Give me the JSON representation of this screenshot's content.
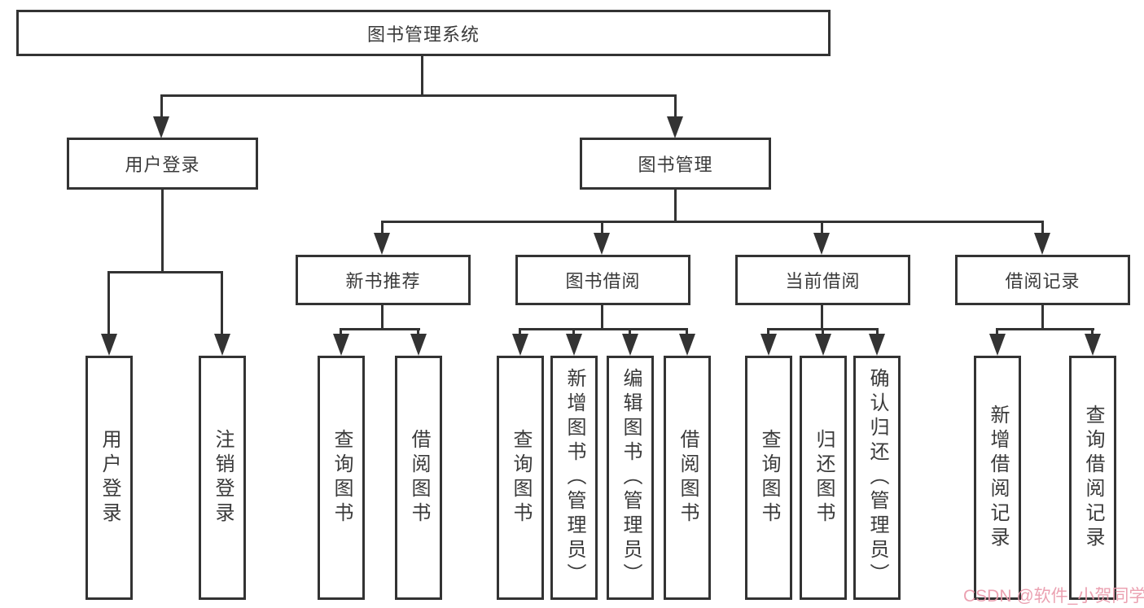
{
  "watermark": {
    "text": "CSDN @软件_小贺同学"
  },
  "colors": {
    "line": "#333333",
    "text": "#3a3a3a",
    "watermark": "#e999aa",
    "background": "#ffffff"
  },
  "chart_type": "hierarchy-diagram",
  "tree": {
    "label": "图书管理系统",
    "children": [
      {
        "label": "用户登录",
        "children": [
          {
            "label": "用户登录"
          },
          {
            "label": "注销登录"
          }
        ]
      },
      {
        "label": "图书管理",
        "children": [
          {
            "label": "新书推荐",
            "children": [
              {
                "label": "查询图书"
              },
              {
                "label": "借阅图书"
              }
            ]
          },
          {
            "label": "图书借阅",
            "children": [
              {
                "label": "查询图书"
              },
              {
                "label": "新增图书（管理员）"
              },
              {
                "label": "编辑图书（管理员）"
              },
              {
                "label": "借阅图书"
              }
            ]
          },
          {
            "label": "当前借阅",
            "children": [
              {
                "label": "查询图书"
              },
              {
                "label": "归还图书"
              },
              {
                "label": "确认归还（管理员）"
              }
            ]
          },
          {
            "label": "借阅记录",
            "children": [
              {
                "label": "新增借阅记录"
              },
              {
                "label": "查询借阅记录"
              }
            ]
          }
        ]
      }
    ]
  }
}
